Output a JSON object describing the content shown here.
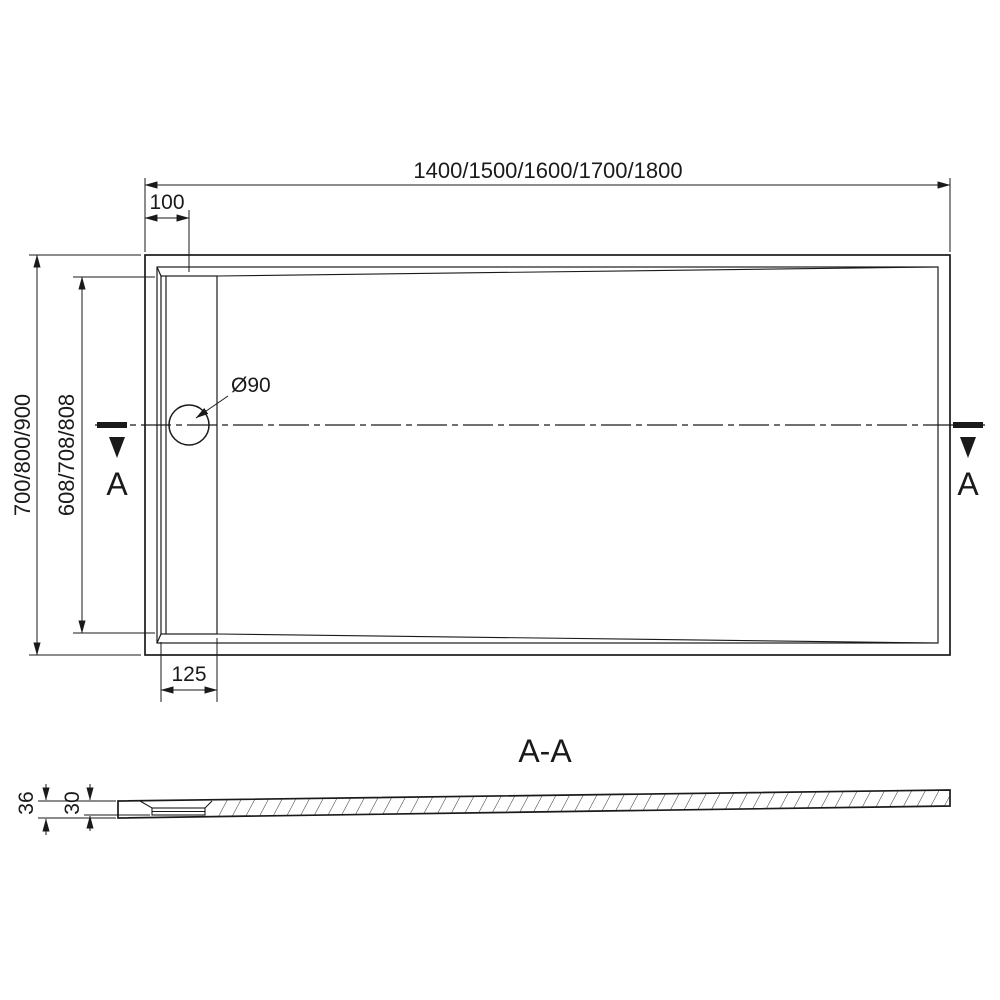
{
  "page": {
    "background": "#ffffff",
    "line_color": "#1a1a1a"
  },
  "top_view": {
    "overall_width_dim": "1400/1500/1600/1700/1800",
    "drain_center_offset_dim": "100",
    "overall_depth_dim": "700/800/900",
    "inner_depth_dim": "608/708/808",
    "drain_zone_width_dim": "125",
    "drain_diameter_label": "Ø90",
    "section_label_left": "A",
    "section_label_right": "A"
  },
  "section_view": {
    "title": "A-A",
    "overall_thickness_dim": "36",
    "inner_depth_dim": "30"
  }
}
